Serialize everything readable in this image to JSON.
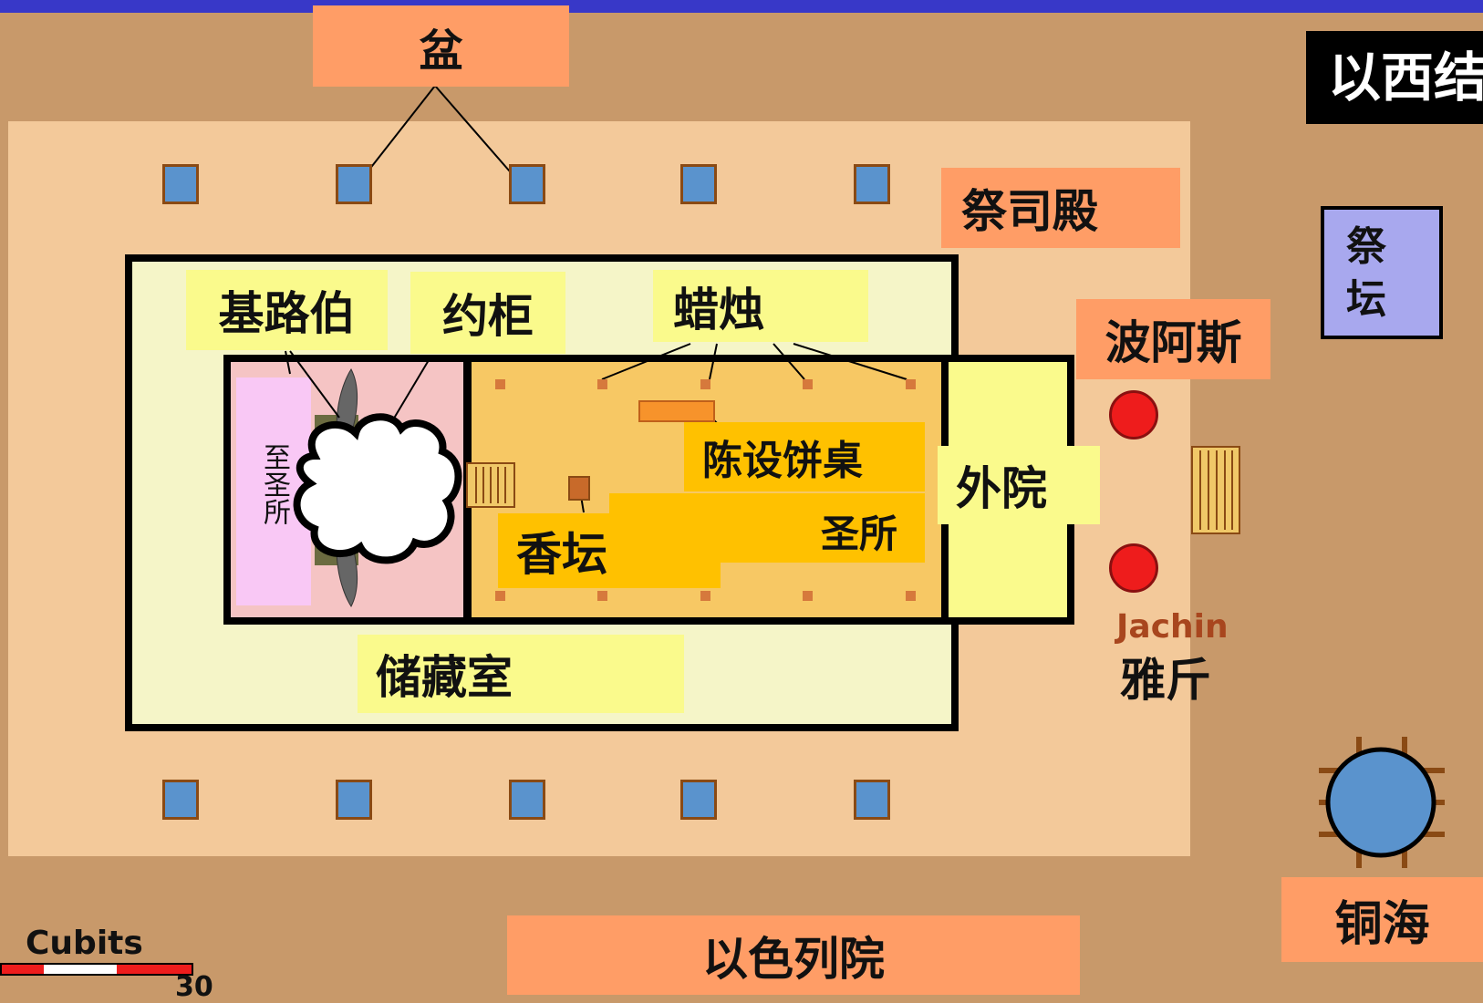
{
  "header_bar_color": "#3838c8",
  "title_clipped": "以西结",
  "labels": {
    "basin": "盆",
    "priests_hall": "祭司殿",
    "altar": "祭坛",
    "boaz": "波阿斯",
    "cherubim": "基路伯",
    "ark": "约柜",
    "candles": "蜡烛",
    "holy_of_holies": "至圣所",
    "showbread_table": "陈设饼桌",
    "incense_altar": "香坛",
    "holy_place": "圣所",
    "outer_court": "外院",
    "jachin_en": "Jachin",
    "jachin_zh": "雅斤",
    "storeroom": "储藏室",
    "bronze_sea": "铜海",
    "israel_court": "以色列院",
    "scale_label": "Cubits",
    "scale_value": "30"
  },
  "colors": {
    "ground": "#c8996a",
    "court": "#f3c99a",
    "building": "#f5f5c8",
    "holy_of_holies": "#f5c4c4",
    "holy_place": "#f7c864",
    "vestibule": "#fafa8c",
    "label_orange": "#ff9d66",
    "label_yellow": "#fafa8c",
    "label_gold": "#ffc100",
    "basin": "#5a93cd",
    "pillar_red": "#ee1c1c",
    "altar_fill": "#a8a8ee"
  }
}
